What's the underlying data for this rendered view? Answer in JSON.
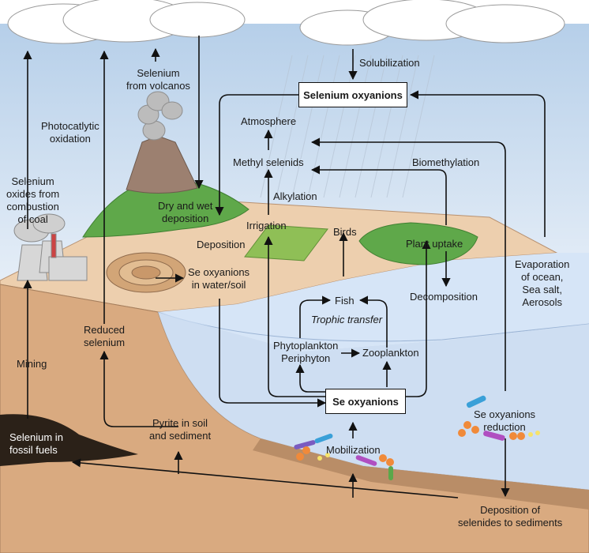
{
  "boxes": {
    "selenium_oxyanions": "Selenium oxyanions",
    "se_oxyanions": "Se oxyanions"
  },
  "labels": {
    "solubilization": "Solubilization",
    "selenium_from_volcanos_1": "Selenium",
    "selenium_from_volcanos_2": "from volcanos",
    "photocatalytic_1": "Photocatlytic",
    "photocatalytic_2": "oxidation",
    "selenium_oxides_1": "Selenium",
    "selenium_oxides_2": "oxides from",
    "selenium_oxides_3": "combustion",
    "selenium_oxides_4": "of coal",
    "atmosphere": "Atmosphere",
    "methyl_selenids": "Methyl selenids",
    "biomethylation": "Biomethylation",
    "alkylation": "Alkylation",
    "dry_wet_1": "Dry and wet",
    "dry_wet_2": "deposition",
    "irrigation": "Irrigation",
    "birds": "Birds",
    "plant_uptake": "Plant uptake",
    "deposition": "Deposition",
    "se_water_soil_1": "Se oxyanions",
    "se_water_soil_2": "in water/soil",
    "evaporation_1": "Evaporation",
    "evaporation_2": "of ocean,",
    "evaporation_3": "Sea salt,",
    "evaporation_4": "Aerosols",
    "fish": "Fish",
    "decomposition": "Decomposition",
    "trophic_transfer": "Trophic transfer",
    "reduced_selenium_1": "Reduced",
    "reduced_selenium_2": "selenium",
    "phytoplankton": "Phytoplankton",
    "periphyton": "Periphyton",
    "zooplankton": "Zooplankton",
    "mining": "Mining",
    "se_reduction_1": "Se oxyanions",
    "se_reduction_2": "reduction",
    "pyrite_1": "Pyrite in soil",
    "pyrite_2": "and sediment",
    "mobilization": "Mobilization",
    "fossil_fuels_1": "Selenium in",
    "fossil_fuels_2": "fossil fuels",
    "deposition_selenides_1": "Deposition of",
    "deposition_selenides_2": "selenides to sediments"
  },
  "colors": {
    "sky": "#c9dcef",
    "cloud": "#ffffff",
    "land_top": "#edcfae",
    "land_side": "#d9aa80",
    "water_top": "#d6e5f7",
    "water_side": "#b9cde8",
    "vegetation": "#5fa84a",
    "fossil": "#2b2118",
    "arrow": "#111111"
  }
}
